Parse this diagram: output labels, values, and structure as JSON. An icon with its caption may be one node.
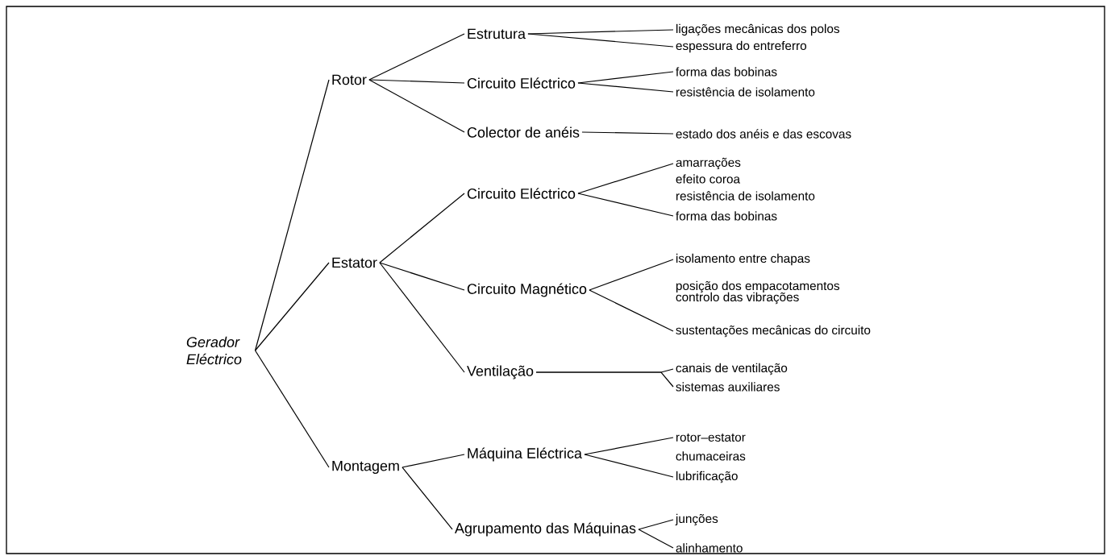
{
  "diagram": {
    "nodes": [
      {
        "text": [
          "Gerador Eléctrico"
        ]
      },
      {
        "text": [
          "Rotor"
        ]
      },
      {
        "text": [
          "Estrutura"
        ]
      },
      {
        "text": [
          "ligações mecânicas dos polos"
        ]
      },
      {
        "text": [
          "espessura do entreferro"
        ]
      },
      {
        "text": [
          "Circuito Eléctrico"
        ]
      },
      {
        "text": [
          "forma das bobinas"
        ]
      },
      {
        "text": [
          "resistência de isolamento"
        ]
      },
      {
        "text": [
          "Colector de anéis"
        ]
      },
      {
        "text": [
          "estado dos anéis e das escovas"
        ]
      },
      {
        "text": [
          "Estator"
        ]
      },
      {
        "text": [
          "Circuito Eléctrico"
        ]
      },
      {
        "text": [
          "amarrações"
        ]
      },
      {
        "text": [
          "forma das bobinas"
        ]
      },
      {
        "text": [
          "Circuito Magnético"
        ]
      },
      {
        "text": [
          "isolamento entre chapas"
        ]
      },
      {
        "text": [
          "sustentações mecânicas do circuito"
        ]
      },
      {
        "text": [
          "Ventilação"
        ]
      },
      {
        "text": [
          "canais de ventilação"
        ]
      },
      {
        "text": [
          "sistemas auxiliares"
        ]
      },
      {
        "text": [
          "Montagem"
        ]
      },
      {
        "text": [
          "Máquina Eléctrica"
        ]
      },
      {
        "text": [
          "rotor–estator"
        ]
      },
      {
        "text": [
          "lubrificação"
        ]
      },
      {
        "text": [
          "Agrupamento das Máquinas"
        ]
      },
      {
        "text": [
          "junções"
        ]
      },
      {
        "text": [
          "alinhamento"
        ]
      }
    ],
    "edges": [
      {
        "from": 0,
        "to": 1,
        "arrow": "none"
      },
      {
        "from": 0,
        "to": 10,
        "arrow": "none"
      },
      {
        "from": 0,
        "to": 20,
        "arrow": "none"
      },
      {
        "from": 1,
        "to": 2,
        "arrow": "none"
      },
      {
        "from": 1,
        "to": 5,
        "arrow": "none"
      },
      {
        "from": 1,
        "to": 8,
        "arrow": "none"
      },
      {
        "from": 2,
        "to": 3,
        "arrow": "none"
      },
      {
        "from": 2,
        "to": 4,
        "arrow": "none"
      },
      {
        "from": 5,
        "to": 6,
        "arrow": "none"
      },
      {
        "from": 5,
        "to": 7,
        "arrow": "none"
      },
      {
        "from": 8,
        "to": 9,
        "arrow": "none"
      },
      {
        "from": 10,
        "to": 11,
        "arrow": "none"
      },
      {
        "from": 10,
        "to": 14,
        "arrow": "none"
      },
      {
        "from": 10,
        "to": 17,
        "arrow": "none"
      },
      {
        "from": 11,
        "to": 12,
        "arrow": "none"
      },
      {
        "from": 11,
        "to": 13,
        "arrow": "none"
      },
      {
        "from": 14,
        "to": 15,
        "arrow": "none"
      },
      {
        "from": 14,
        "to": 16,
        "arrow": "none"
      },
      {
        "from": 17,
        "to": 18,
        "arrow": "none"
      },
      {
        "from": 17,
        "to": 19,
        "arrow": "none"
      },
      {
        "from": 20,
        "to": 21,
        "arrow": "none"
      },
      {
        "from": 20,
        "to": 24,
        "arrow": "none"
      },
      {
        "from": 21,
        "to": 22,
        "arrow": "none"
      },
      {
        "from": 21,
        "to": 23,
        "arrow": "none"
      },
      {
        "from": 24,
        "to": 25,
        "arrow": "none"
      },
      {
        "from": 24,
        "to": 26,
        "arrow": "none"
      }
    ],
    "labels": [
      "efeito coroa",
      "resistência de isolamento",
      "posição dos empacotamentos",
      "controlo das vibrações",
      "chumaceiras"
    ]
  }
}
